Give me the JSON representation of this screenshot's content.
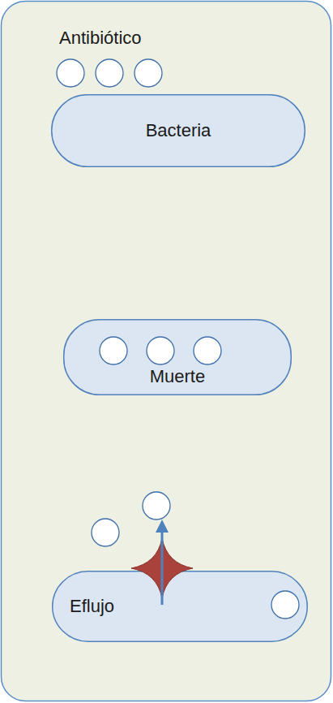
{
  "diagram": {
    "nodes": [
      {
        "text": [
          "Bacteria"
        ]
      },
      {
        "text": [
          "Muerte"
        ]
      },
      {
        "text": [
          "Eflujo"
        ]
      }
    ],
    "labels": [
      "Antibiótico"
    ]
  }
}
